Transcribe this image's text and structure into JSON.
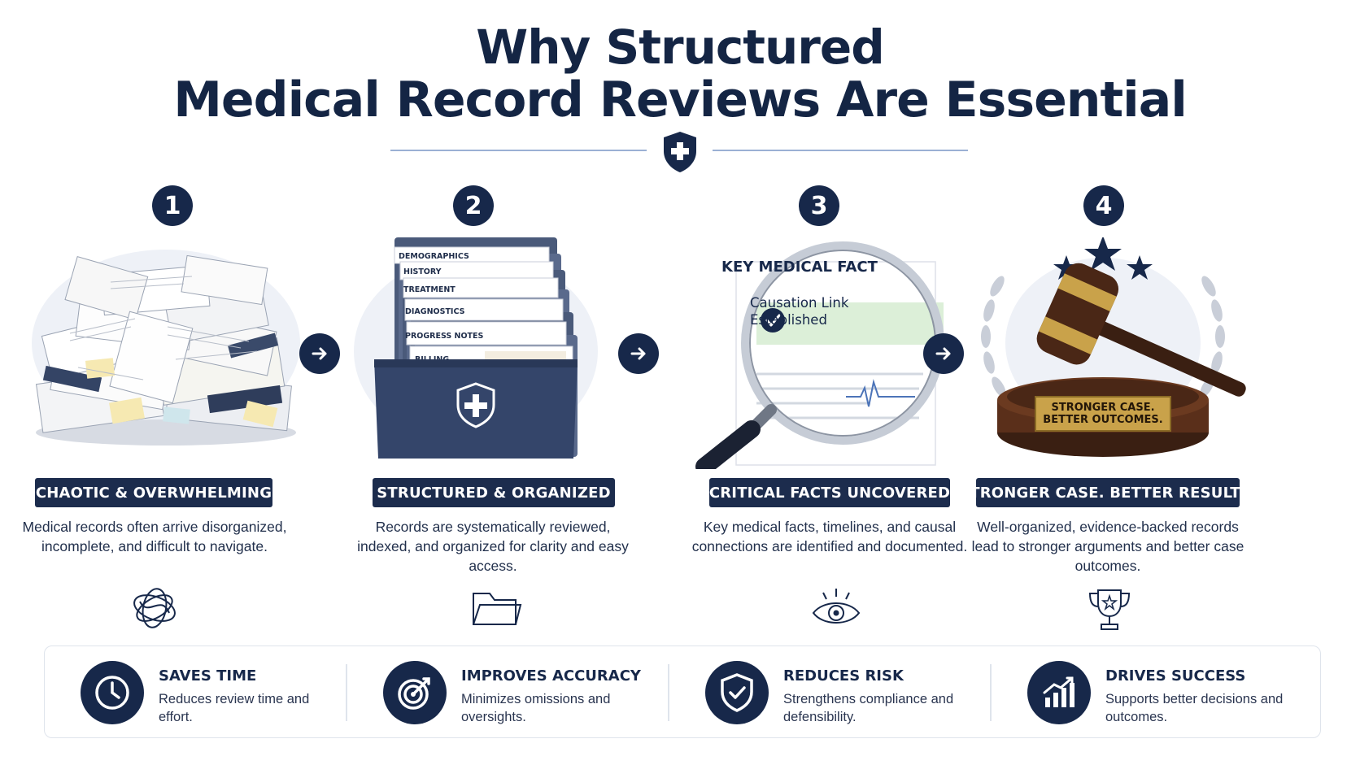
{
  "title": {
    "line1": "Why Structured",
    "line2": "Medical Record Reviews Are Essential"
  },
  "colors": {
    "navy": "#17284a",
    "light_divider": "#9bb0d4",
    "highlight_green": "#dcefd8",
    "gold": "#c9a24a"
  },
  "steps": [
    {
      "number": "1",
      "banner": "CHAOTIC & OVERWHELMING",
      "description": "Medical records often arrive disorganized, incomplete, and difficult to navigate.",
      "icon": "tangled-icon"
    },
    {
      "number": "2",
      "banner": "STRUCTURED & ORGANIZED",
      "description": "Records are systematically reviewed, indexed, and organized for clarity and easy access.",
      "icon": "folder-icon",
      "folder_tabs": [
        "DEMOGRAPHICS",
        "HISTORY",
        "TREATMENT",
        "DIAGNOSTICS",
        "PROGRESS NOTES",
        "BILLING"
      ]
    },
    {
      "number": "3",
      "banner": "CRITICAL FACTS UNCOVERED",
      "description": "Key medical facts, timelines, and causal connections are identified and documented.",
      "icon": "eye-icon",
      "card_heading": "KEY MEDICAL FACT",
      "card_highlight": "Causation Link Established"
    },
    {
      "number": "4",
      "banner": "STRONGER CASE. BETTER RESULTS.",
      "description": "Well-organized, evidence-backed records lead to stronger arguments and better case outcomes.",
      "icon": "trophy-icon",
      "plaque": "STRONGER CASE. BETTER OUTCOMES."
    }
  ],
  "benefits": [
    {
      "title": "SAVES TIME",
      "description": "Reduces review time and effort.",
      "icon": "clock-icon"
    },
    {
      "title": "IMPROVES ACCURACY",
      "description": "Minimizes omissions and oversights.",
      "icon": "target-icon"
    },
    {
      "title": "REDUCES RISK",
      "description": "Strengthens compliance and defensibility.",
      "icon": "shield-check-icon"
    },
    {
      "title": "DRIVES SUCCESS",
      "description": "Supports better decisions and outcomes.",
      "icon": "growth-chart-icon"
    }
  ]
}
